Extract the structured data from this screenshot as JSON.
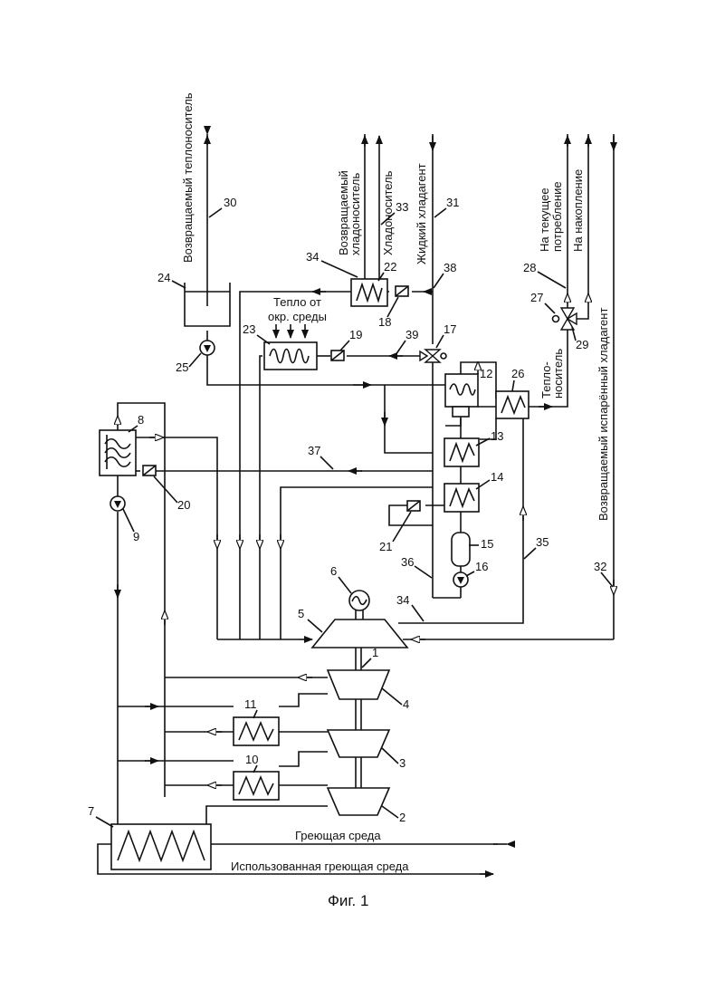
{
  "labels": {
    "returned_heat_carrier": "Возвращаемый теплоноситель",
    "returned_coolant_1": "Возвращаемый",
    "returned_coolant_2": "хладоноситель",
    "coolant": "Хладоноситель",
    "liquid_refrigerant": "Жидкий хладагент",
    "current_consumption_1": "На текущее",
    "current_consumption_2": "потребление",
    "to_storage": "На накопление",
    "returned_vapor_refrigerant": "Возвращаемый испарённый хладагент",
    "ambient_heat_1": "Тепло от",
    "ambient_heat_2": "окр. среды",
    "heat_carrier_1": "Тепло-",
    "heat_carrier_2": "носитель",
    "heating_medium": "Греющая среда",
    "used_heating_medium": "Использованная греющая среда",
    "figure_caption": "Фиг. 1"
  },
  "numbers": {
    "n1": "1",
    "n2": "2",
    "n3": "3",
    "n4": "4",
    "n5": "5",
    "n6": "6",
    "n7": "7",
    "n8": "8",
    "n9": "9",
    "n10": "10",
    "n11": "11",
    "n12": "12",
    "n13": "13",
    "n14": "14",
    "n15": "15",
    "n16": "16",
    "n17": "17",
    "n18": "18",
    "n19": "19",
    "n20": "20",
    "n21": "21",
    "n22": "22",
    "n23": "23",
    "n24": "24",
    "n25": "25",
    "n26": "26",
    "n27": "27",
    "n28": "28",
    "n29": "29",
    "n30": "30",
    "n31": "31",
    "n32": "32",
    "n33": "33",
    "n34a": "34",
    "n34b": "34",
    "n35": "35",
    "n36": "36",
    "n37": "37",
    "n38": "38",
    "n39": "39"
  }
}
